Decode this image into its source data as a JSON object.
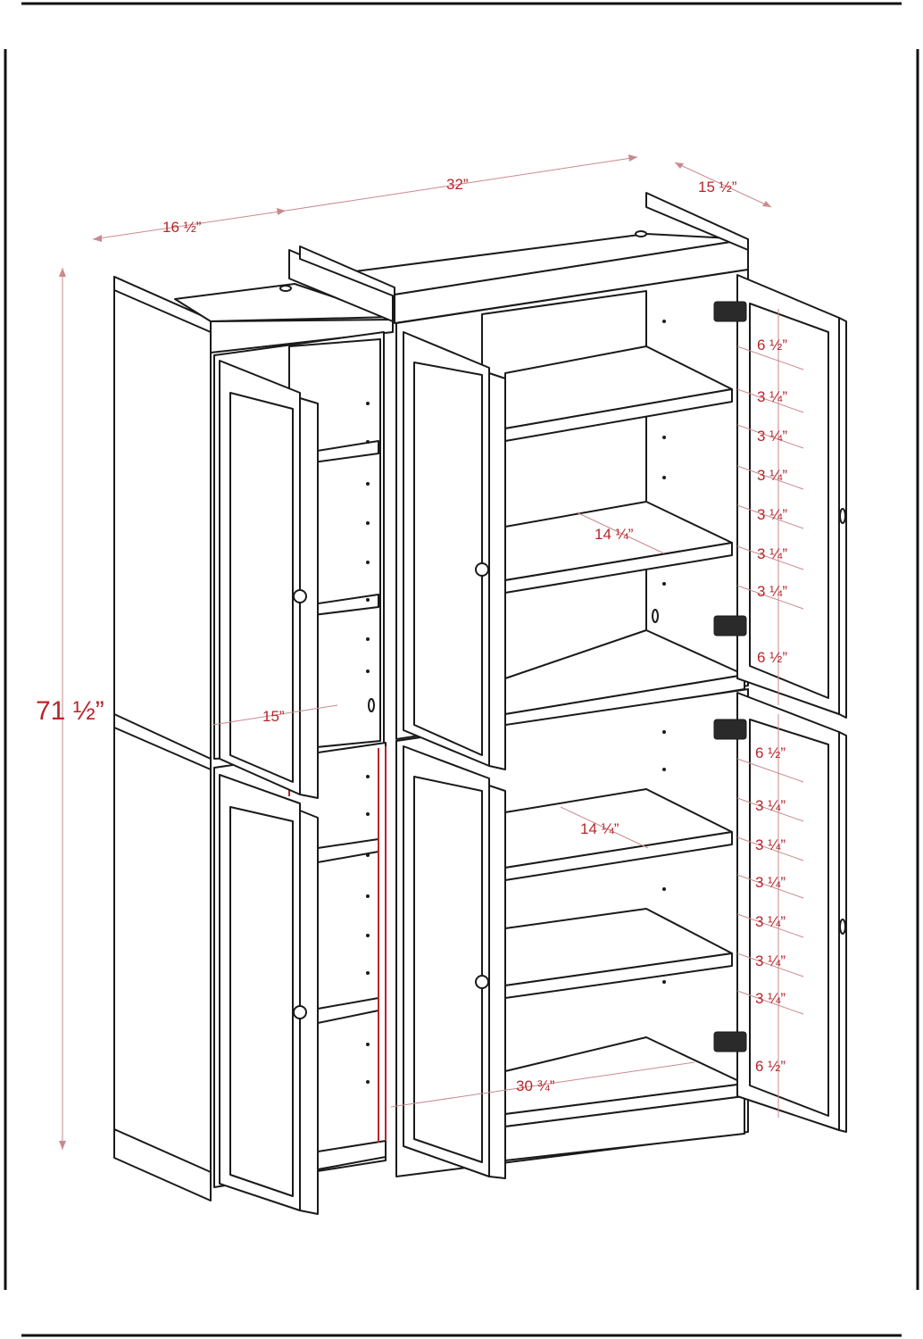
{
  "dimensions": {
    "width_total": "32”",
    "width_left": "16 ½”",
    "depth": "15 ½”",
    "height": "71 ½”",
    "inner_depth_left": "15”",
    "shelf_depth_upper": "14 ¼”",
    "shelf_depth_lower": "14 ¼”",
    "inner_width_bottom": "30 ¾”",
    "upper_spacing": [
      "6 ½”",
      "3 ¼”",
      "3 ¼”",
      "3 ¼”",
      "3 ¼”",
      "3 ¼”",
      "3 ¼”",
      "6 ½”"
    ],
    "lower_spacing": [
      "6 ½”",
      "3 ¼”",
      "3 ¼”",
      "3 ¼”",
      "3 ¼”",
      "3 ¼”",
      "3 ¼”",
      "6 ½”"
    ]
  },
  "colors": {
    "dimension_text": "#b8262b",
    "dimension_line": "#c98a8d",
    "outline": "#1a1a1a"
  }
}
